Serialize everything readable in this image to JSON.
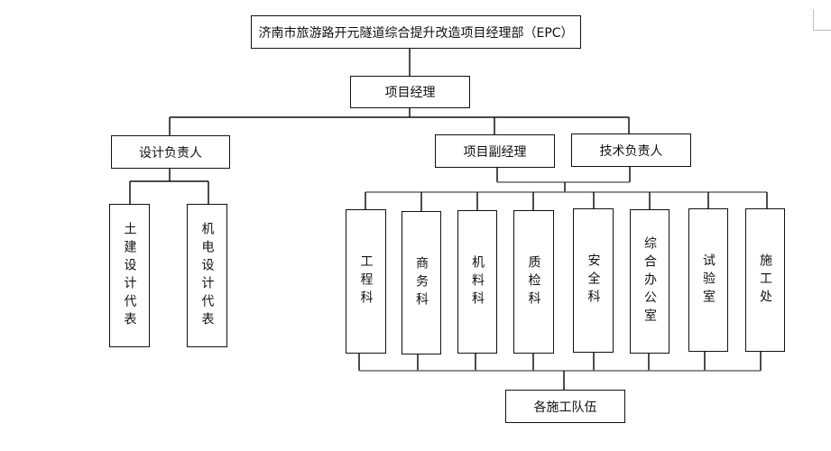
{
  "diagram": {
    "title": "济南市旅游路开元隧道综合提升改造项目经理部（EPC）",
    "project_manager": "项目经理",
    "design_lead": "设计负责人",
    "deputy_manager": "项目副经理",
    "technical_lead": "技术负责人",
    "design_reps": [
      {
        "label": "土建设计代表"
      },
      {
        "label": "机电设计代表"
      }
    ],
    "departments": [
      {
        "label": "工程科"
      },
      {
        "label": "商务科"
      },
      {
        "label": "机料科"
      },
      {
        "label": "质检科"
      },
      {
        "label": "安全科"
      },
      {
        "label": "综合办公室"
      },
      {
        "label": "试验室"
      },
      {
        "label": "施工处"
      }
    ],
    "construction_teams": "各施工队伍"
  }
}
